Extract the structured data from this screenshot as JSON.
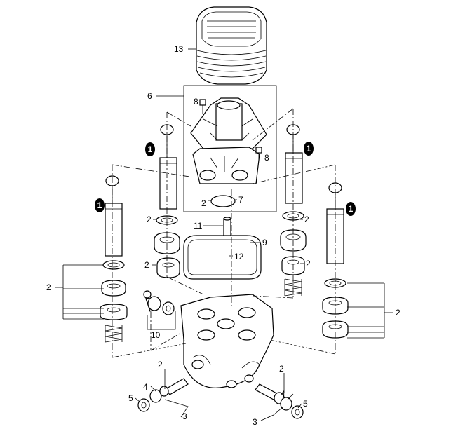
{
  "callouts": {
    "c1a": "1",
    "c1b": "1",
    "c1c": "1",
    "c1d": "1",
    "c2_seal": "2",
    "c2_left_stack_a": "2",
    "c2_left_stack_b": "2",
    "c2_left_group": "2",
    "c2_right_stack_a": "2",
    "c2_right_stack_b": "2",
    "c2_right_group": "2",
    "c2_bottom_left": "2",
    "c2_bottom_right": "2",
    "c3_left": "3",
    "c3_right": "3",
    "c4_left": "4",
    "c4_right": "4",
    "c5_left": "5",
    "c5_right": "5",
    "c6": "6",
    "c7": "7",
    "c8a": "8",
    "c8b": "8",
    "c9": "9",
    "c10": "10",
    "c11": "11",
    "c12": "12",
    "c13": "13"
  }
}
